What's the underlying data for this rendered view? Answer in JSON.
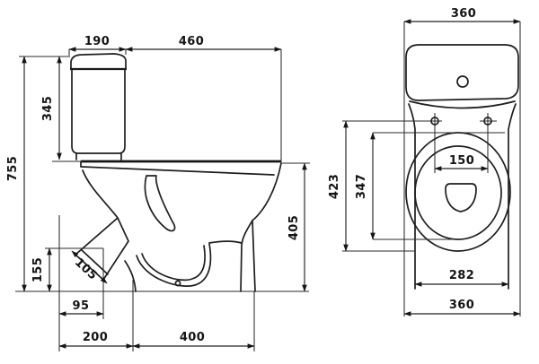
{
  "drawing": {
    "type": "technical-dimension-drawing",
    "subject": "two-piece toilet, side elevation and plan view",
    "line_color": "#1e1e1e",
    "background": "#ffffff",
    "side_view": {
      "dims": {
        "tank_top_width": "190",
        "tank_to_front": "460",
        "tank_height": "345",
        "overall_height": "755",
        "bowl_rim_height": "405",
        "outlet_axis_height": "155",
        "outlet_diameter": "105",
        "outlet_offset": "95",
        "rear_to_drain": "200",
        "drain_to_front": "400"
      }
    },
    "plan_view": {
      "dims": {
        "top_width": "360",
        "hinge_bolt_spacing": "150",
        "overall_depth": "423",
        "seat_depth": "347",
        "base_width": "282",
        "bottom_width": "360"
      }
    }
  }
}
